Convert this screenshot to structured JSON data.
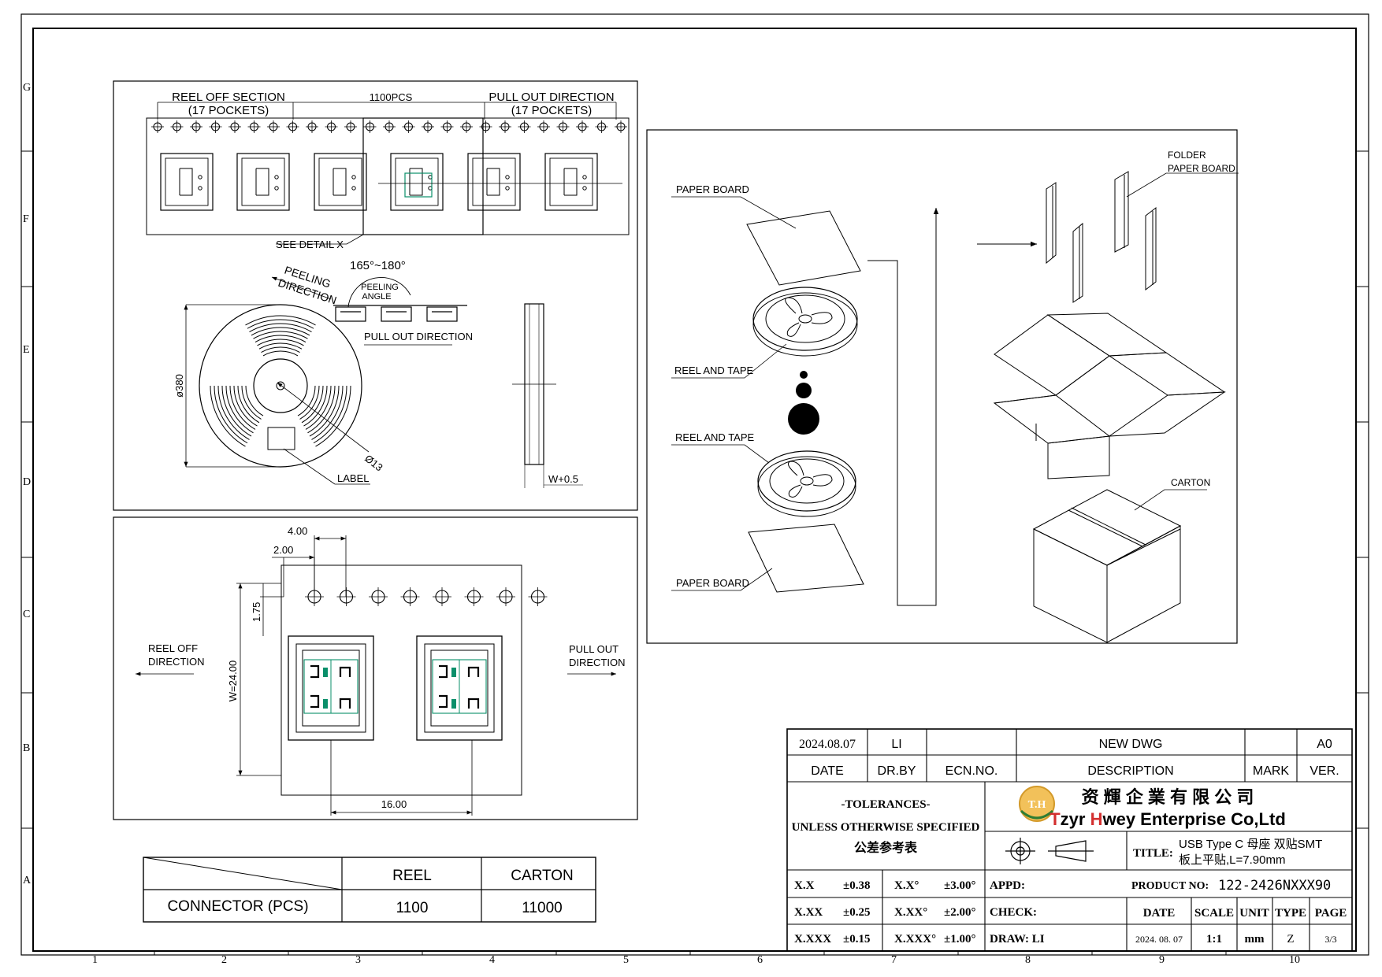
{
  "border": {
    "rows": [
      "G",
      "F",
      "E",
      "D",
      "C",
      "B",
      "A"
    ],
    "cols": [
      "1",
      "2",
      "3",
      "4",
      "5",
      "6",
      "7",
      "8",
      "9",
      "10"
    ]
  },
  "tape_view": {
    "reel_off_section": "REEL OFF SECTION",
    "pockets_left": "(17 POCKETS)",
    "total_pcs": "1100PCS",
    "pull_out_direction": "PULL OUT DIRECTION",
    "pockets_right": "(17 POCKETS)",
    "see_detail": "SEE DETAIL X"
  },
  "reel_view": {
    "peeling_direction": "PEELING DIRECTION",
    "peeling_angle_range": "165°~180°",
    "peeling_angle": "PEELING ANGLE",
    "pull_out_direction": "PULL OUT DIRECTION",
    "diameter": "ø380",
    "hub": "Ø13",
    "label": "LABEL",
    "width": "W+0.5"
  },
  "detail_view": {
    "dim_4": "4.00",
    "dim_2": "2.00",
    "dim_175": "1.75",
    "dim_w": "W=24.00",
    "dim_16": "16.00",
    "reel_off_direction": "REEL OFF DIRECTION",
    "pull_out_direction": "PULL OUT DIRECTION"
  },
  "packing_view": {
    "paper_board_top": "PAPER BOARD",
    "reel_and_tape_1": "REEL AND TAPE",
    "reel_and_tape_2": "REEL AND TAPE",
    "paper_board_bottom": "PAPER BOARD",
    "folder_paper_board": "FOLDER PAPER BOARD",
    "carton": "CARTON"
  },
  "quantity_table": {
    "headers": [
      "",
      "REEL",
      "CARTON"
    ],
    "rows": [
      [
        "CONNECTOR (PCS)",
        "1100",
        "11000"
      ]
    ]
  },
  "title_block": {
    "rev_date": "2024.08.07",
    "rev_by": "LI",
    "rev_ecn": "",
    "rev_description": "NEW DWG",
    "rev_mark": "",
    "rev_ver": "A0",
    "h_date": "DATE",
    "h_drby": "DR.BY",
    "h_ecn": "ECN.NO.",
    "h_desc": "DESCRIPTION",
    "h_mark": "MARK",
    "h_ver": "VER.",
    "tol_title": "-TOLERANCES-",
    "tol_sub": "UNLESS OTHERWISE SPECIFIED",
    "tol_cn": "公差参考表",
    "company_logo_text": "T.H",
    "company_cn": "资 輝 企 業 有 限 公 司",
    "company_en_1": "T",
    "company_en_2": "zyr ",
    "company_en_3": "H",
    "company_en_4": "wey Enterprise Co,Ltd",
    "title_label": "TITLE:",
    "title_line1": "USB Type C  母座  双贴SMT",
    "title_line2": "板上平贴,L=7.90mm",
    "tol_rows": [
      [
        "X.X",
        "±0.38",
        "X.X°",
        "±3.00°"
      ],
      [
        "X.XX",
        "±0.25",
        "X.XX°",
        "±2.00°"
      ],
      [
        "X.XXX",
        "±0.15",
        "X.XXX°",
        "±1.00°"
      ]
    ],
    "appd": "APPD:",
    "check": "CHECK:",
    "draw": "DRAW:  LI",
    "product_no_label": "PRODUCT NO:",
    "product_no": "122-2426NXXX90",
    "h2_date": "DATE",
    "h2_scale": "SCALE",
    "h2_unit": "UNIT",
    "h2_type": "TYPE",
    "h2_page": "PAGE",
    "v_date": "2024. 08. 07",
    "v_scale": "1:1",
    "v_unit": "mm",
    "v_type": "Z",
    "v_page": "3/3"
  }
}
